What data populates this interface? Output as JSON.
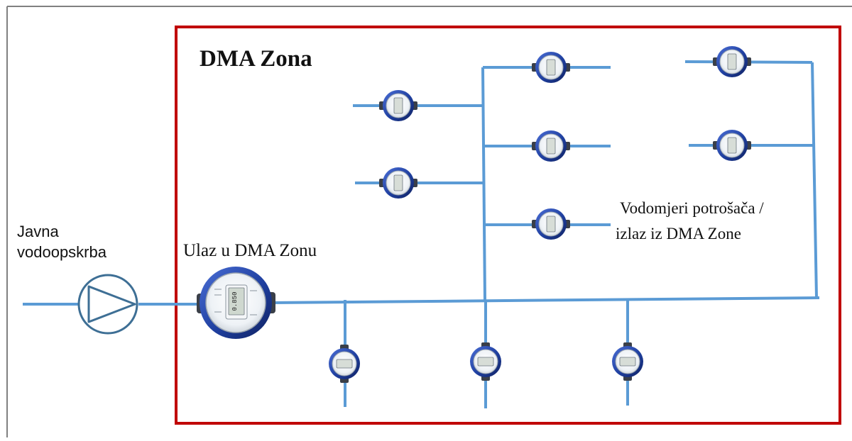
{
  "zone_title": "DMA Zona",
  "source_label": {
    "line1": "Javna",
    "line2": "vodoopskrba"
  },
  "inlet_label": "Ulaz u DMA Zonu",
  "outlet_label": {
    "line1": "Vodomjeri potrošača  /",
    "line2": "izlaz iz DMA Zone"
  },
  "inlet_meter_display": "0.850",
  "colors": {
    "pipe": "#5b9bd5",
    "zone_border": "#c00000",
    "outer_border": "#808080",
    "pump": "#3e6f95",
    "meter_ring": "#2346a8"
  },
  "icons": {
    "pump": "pump-icon",
    "meter": "water-meter-icon"
  }
}
